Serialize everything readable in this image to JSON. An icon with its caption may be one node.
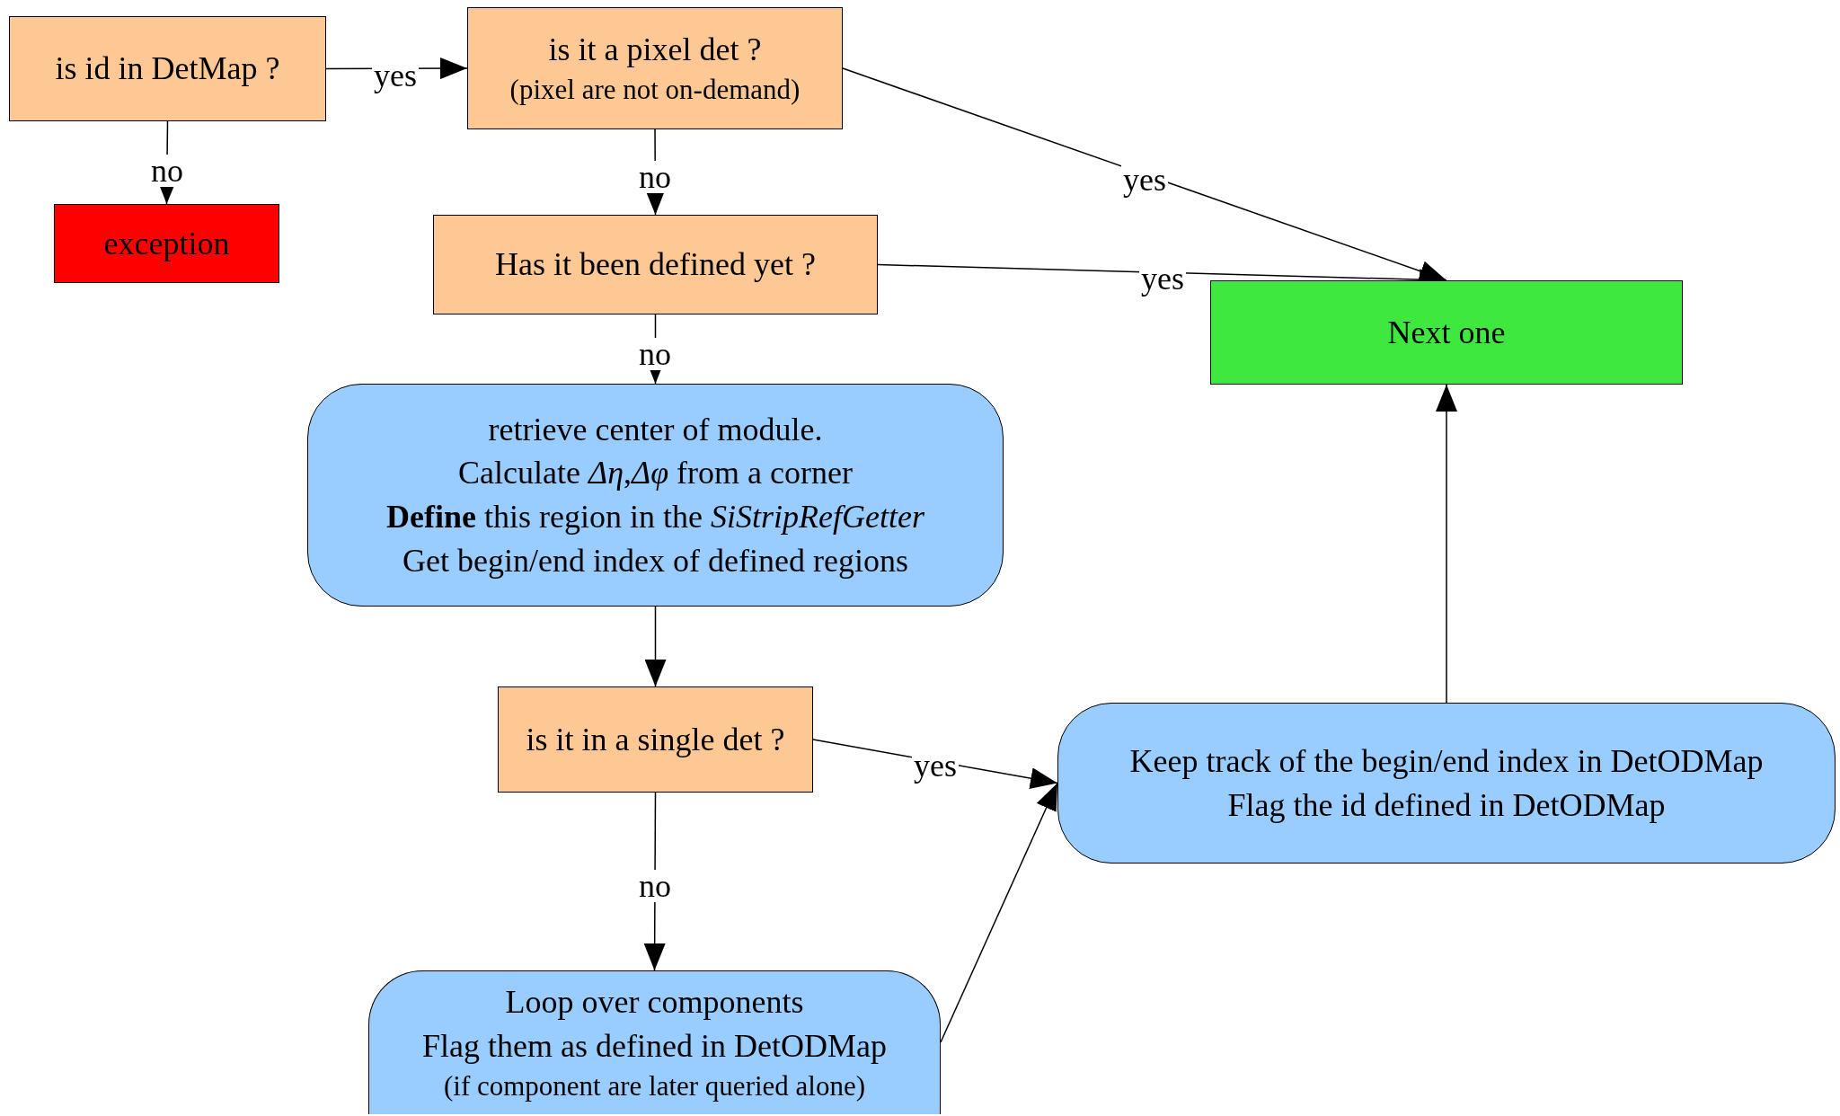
{
  "diagram": {
    "nodes": [
      {
        "text": [
          "is id in DetMap ?"
        ]
      },
      {
        "text": [
          "is it a pixel det ?",
          "(pixel are not on-demand)"
        ]
      },
      {
        "text": [
          "exception"
        ]
      },
      {
        "text": [
          "Has it been defined yet ?"
        ]
      },
      {
        "text": [
          "Next one"
        ]
      },
      {
        "text": [
          "retrieve center of module.",
          "Calculate *Δη*,*Δφ* from a corner",
          "**Define** this region in the *SiStripRefGetter*",
          "Get begin/end index of defined regions"
        ]
      },
      {
        "text": [
          "is it in a single det ?"
        ]
      },
      {
        "text": [
          "Keep track of the begin/end index in DetODMap",
          "Flag the id defined in DetODMap"
        ]
      },
      {
        "text": [
          "Loop over components",
          "Flag them as defined in DetODMap",
          "(if component are later queried alone)"
        ]
      }
    ],
    "edges": [
      {
        "from": 0,
        "to": 1,
        "arrow": "to",
        "label": "yes"
      },
      {
        "from": 0,
        "to": 2,
        "arrow": "to",
        "label": "no"
      },
      {
        "from": 1,
        "to": 3,
        "arrow": "to",
        "label": "no"
      },
      {
        "from": 1,
        "to": 4,
        "arrow": "to",
        "label": "yes"
      },
      {
        "from": 3,
        "to": 4,
        "arrow": "to",
        "label": "yes"
      },
      {
        "from": 3,
        "to": 5,
        "arrow": "to",
        "label": "no"
      },
      {
        "from": 5,
        "to": 6,
        "arrow": "to"
      },
      {
        "from": 6,
        "to": 7,
        "arrow": "to",
        "label": "yes"
      },
      {
        "from": 6,
        "to": 8,
        "arrow": "to",
        "label": "no"
      },
      {
        "from": 8,
        "to": 7,
        "arrow": "to"
      },
      {
        "from": 7,
        "to": 4,
        "arrow": "to"
      }
    ]
  }
}
